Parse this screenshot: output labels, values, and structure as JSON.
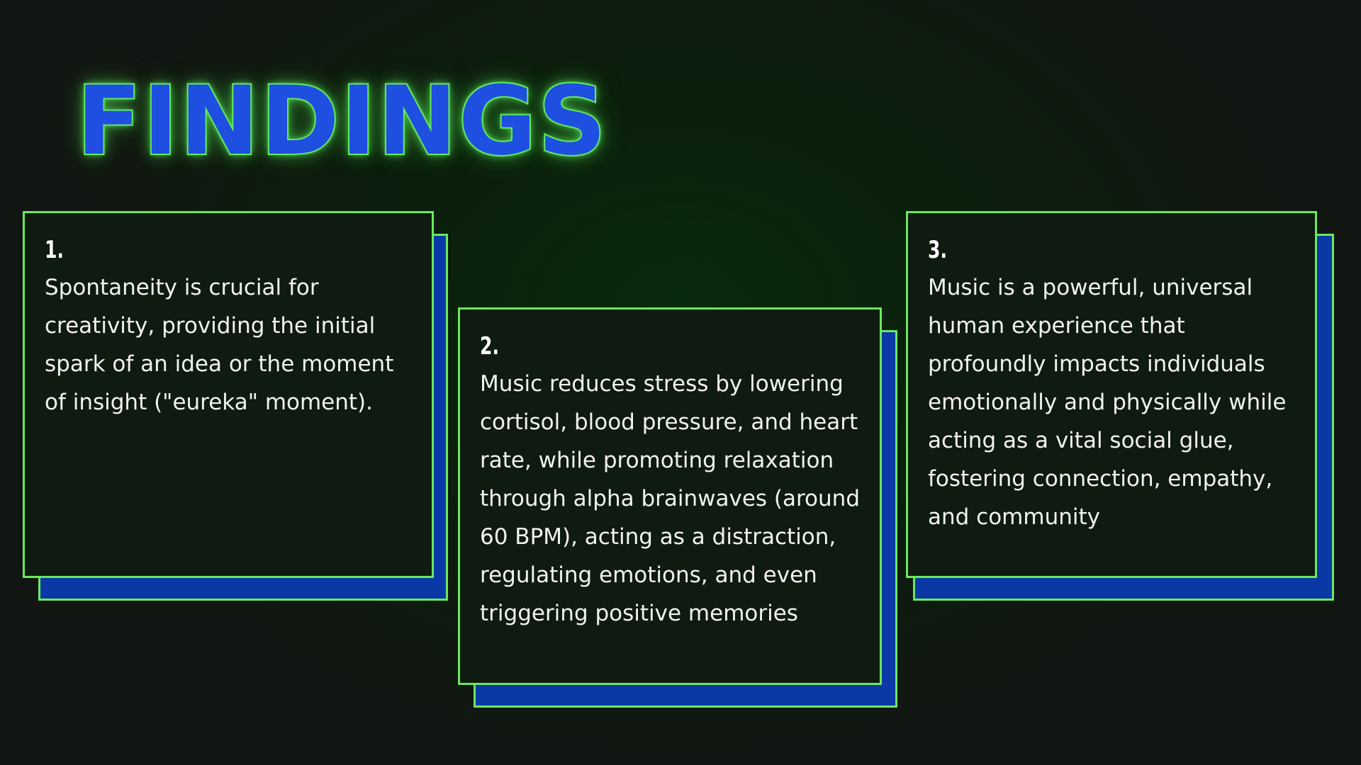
{
  "slide": {
    "title": "FINDINGS",
    "colors": {
      "title_fill": "#1f4fe0",
      "title_outline": "#6df26b",
      "card_border": "#6be85e",
      "card_bg": "#0f1a10",
      "card_shadow": "#0a39a6",
      "text": "#f2f2f2"
    },
    "cards": [
      {
        "number": "1.",
        "text": "Spontaneity is crucial for creativity, providing the initial spark of an idea or the moment of insight (\"eureka\" moment)."
      },
      {
        "number": "2.",
        "text": "Music reduces stress by lowering cortisol, blood pressure, and heart rate, while promoting relaxation through alpha brainwaves (around 60 BPM), acting as a distraction, regulating emotions, and even triggering positive memories"
      },
      {
        "number": "3.",
        "text": "Music is a powerful, universal human experience that profoundly impacts individuals emotionally and physically while acting as a vital social glue, fostering connection, empathy, and community"
      }
    ]
  }
}
